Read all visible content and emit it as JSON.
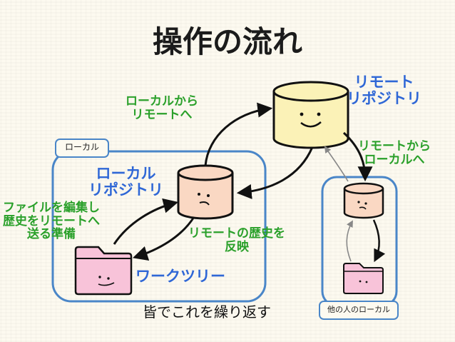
{
  "title": "操作の流れ",
  "labels": {
    "remote_repo": [
      "リモート",
      "リポジトリ"
    ],
    "local_to_remote": [
      "ローカルから",
      "リモートへ"
    ],
    "remote_to_local": [
      "リモートから",
      "ローカルへ"
    ],
    "local_tag": "ローカル",
    "local_repo": [
      "ローカル",
      "リポジトリ"
    ],
    "prepare": [
      "ファイルを編集し",
      "歴史をリモートへ",
      "送る準備"
    ],
    "reflect": [
      "リモートの歴史を",
      "反映"
    ],
    "working_tree": "ワークツリー",
    "others_local": "他の人のローカル",
    "repeat": "皆でこれを繰り返す"
  },
  "colors": {
    "remote_fill": "#fbf2b7",
    "local_fill": "#fad8c3",
    "folder_fill": "#f8c3d9",
    "box_stroke": "#4a86c8",
    "green_text": "#2aa02a",
    "blue_text": "#2f67d6"
  }
}
